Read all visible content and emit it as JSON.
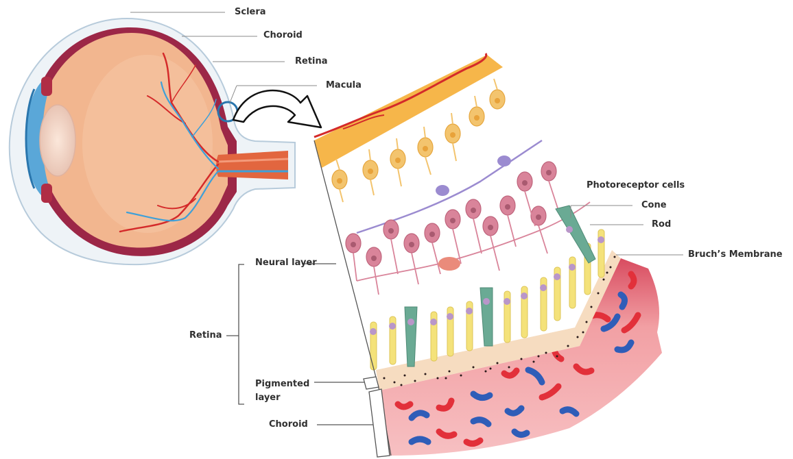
{
  "labels": {
    "sclera": "Sclera",
    "choroid_eye": "Choroid",
    "retina_eye": "Retina",
    "macula": "Macula",
    "photoreceptor_cells": "Photoreceptor  cells",
    "cone": "Cone",
    "rod": "Rod",
    "bruchs_membrane": "Bruch’s  Membrane",
    "neural_layer": "Neural layer",
    "retina_group": "Retina",
    "pigmented_layer": "Pigmented layer",
    "choroid_section": "Choroid"
  },
  "colors": {
    "sclera": "#c4d8e8",
    "choroid": "#9c2747",
    "eyeball": "#f2b68f",
    "nerve": "#e2663f",
    "artery": "#d42a2a",
    "vein": "#3fa0d8",
    "ganglion": "#f3c46e",
    "bipolar": "#d9849a",
    "amacrine": "#9b8bd0",
    "cone": "#6aaa94",
    "rod": "#f4e27a",
    "pigment": "#f6dcc0",
    "choroid_tissue": "#e5636d",
    "rbc": "#e2303a",
    "blue_cell": "#2f5db8"
  }
}
